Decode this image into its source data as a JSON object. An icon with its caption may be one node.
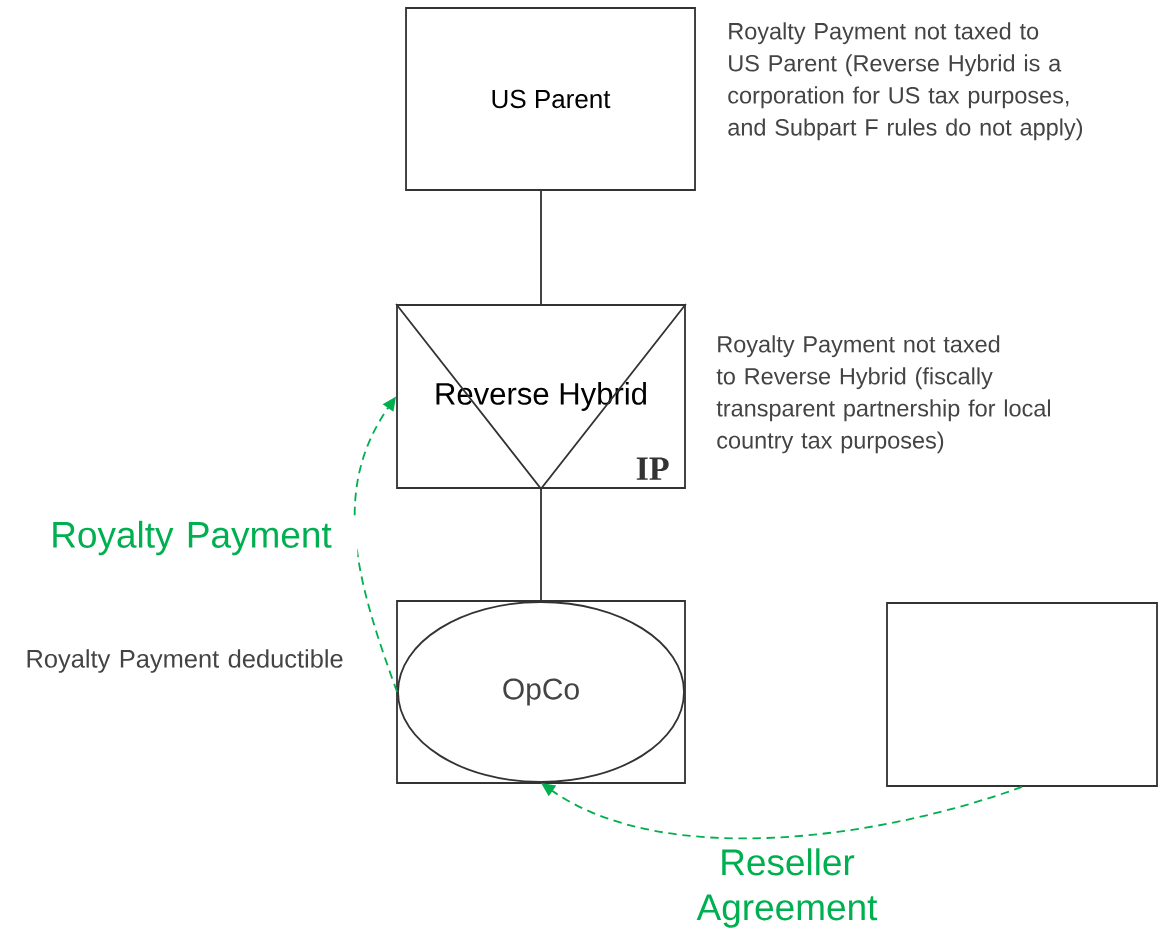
{
  "diagram": {
    "nodes": [
      {
        "text": [
          "US Parent"
        ],
        "beside": [
          "Royalty Payment not taxed to US Parent (Reverse Hybrid is a corporation for US tax purposes, and Subpart F rules do not apply)"
        ]
      },
      {
        "text": [
          "Reverse Hybrid",
          "IP"
        ],
        "beside": [
          "Royalty Payment not taxed to Reverse Hybrid (fiscally transparent partnership for local country tax purposes)"
        ]
      },
      {
        "text": [],
        "shape": "box",
        "beside": [
          "Royalty Payment deductible"
        ]
      },
      {
        "text": [
          "OpCo"
        ],
        "in": 2
      },
      {
        "text": [],
        "shape": "box"
      }
    ],
    "edges": [
      {
        "from": 0,
        "to": 1,
        "arrow": "none"
      },
      {
        "from": 1,
        "to": 2,
        "arrow": "none"
      },
      {
        "from": 3,
        "to": 1,
        "arrow": "to",
        "label": "Royalty Payment",
        "style": "dashed",
        "color": "#00b050"
      },
      {
        "from": 4,
        "to": 3,
        "arrow": "to",
        "label": "Reseller Agreement",
        "style": "dashed",
        "color": "#00b050"
      }
    ]
  }
}
